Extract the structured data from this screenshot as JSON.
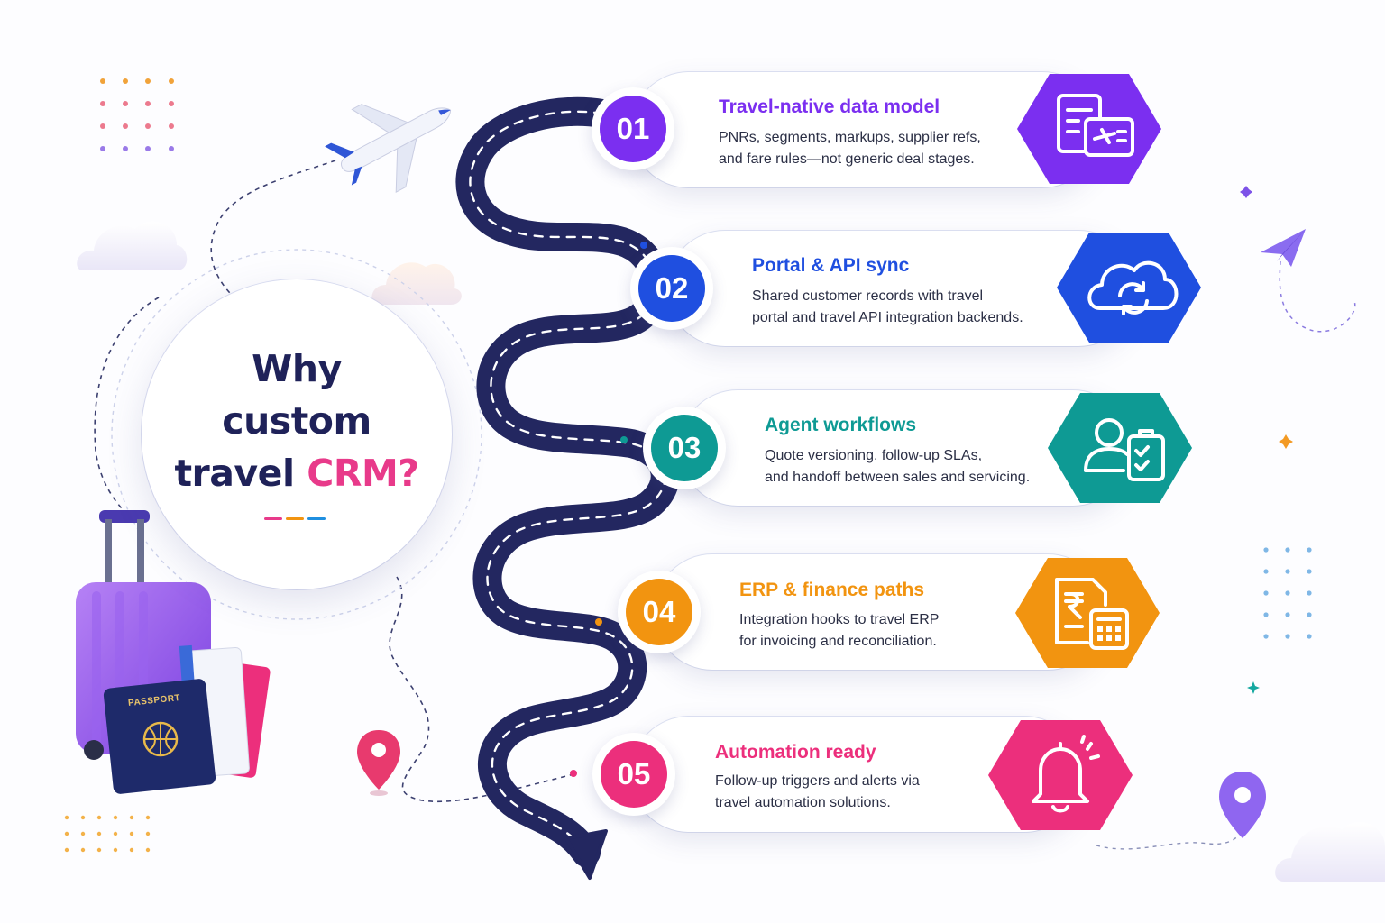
{
  "title": {
    "line1": "Why",
    "line2": "custom",
    "line3_prefix": "travel ",
    "line3_highlight": "CRM?"
  },
  "luggage": {
    "passport_label": "PASSPORT"
  },
  "steps": [
    {
      "number": "01",
      "title": "Travel-native data model",
      "desc_line1": "PNRs, segments, markups, supplier refs,",
      "desc_line2": "and fare rules—not generic deal stages.",
      "color": "#7b2ff0",
      "icon": "document-flight-icon"
    },
    {
      "number": "02",
      "title": "Portal & API sync",
      "desc_line1": "Shared customer records with travel",
      "desc_line2": "portal and travel API integration backends.",
      "color": "#1f4fe0",
      "icon": "cloud-sync-icon"
    },
    {
      "number": "03",
      "title": "Agent workflows",
      "desc_line1": "Quote versioning, follow-up SLAs,",
      "desc_line2": "and handoff between sales and servicing.",
      "color": "#0e9a94",
      "icon": "user-checklist-icon"
    },
    {
      "number": "04",
      "title": "ERP & finance paths",
      "desc_line1": "Integration hooks to travel ERP",
      "desc_line2": "for invoicing and reconciliation.",
      "color": "#f29410",
      "icon": "rupee-invoice-calculator-icon"
    },
    {
      "number": "05",
      "title": "Automation ready",
      "desc_line1": "Follow-up triggers and alerts via",
      "desc_line2": "travel automation solutions.",
      "color": "#ec2f7c",
      "icon": "bell-alert-icon"
    }
  ],
  "colors": {
    "navy": "#1f2259",
    "road": "#252a5e",
    "accent_pink": "#e83a8a"
  }
}
